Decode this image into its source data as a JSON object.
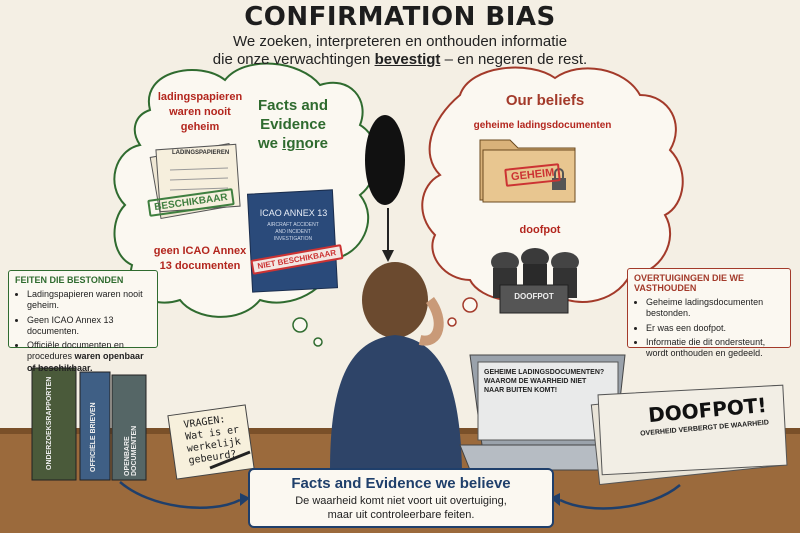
{
  "title": "CONFIRMATION BIAS",
  "subtitle": {
    "line1": "We zoeken, interpreteren en onthouden informatie",
    "line2_pre": "die onze verwachtingen",
    "line2_key": "bevestigt",
    "line2_post": "– en negeren de rest."
  },
  "left_bubble": {
    "heading_line1": "Facts and",
    "heading_line2": "Evidence",
    "heading_line3_pre": "we ",
    "heading_line3_key": "ign",
    "heading_line3_post": "ore",
    "item1_line1": "ladingspapieren",
    "item1_line2": "waren nooit",
    "item1_line3": "geheim",
    "papers_header": "LADINGSPAPIEREN",
    "papers_stamp": "BESCHIKBAAR",
    "book_title": "ICAO ANNEX 13",
    "book_subtitle": "AIRCRAFT ACCIDENT AND INCIDENT INVESTIGATION",
    "book_stamp": "NIET BESCHIKBAAR",
    "item2_line1": "geen ICAO Annex",
    "item2_line2": "13 documenten"
  },
  "right_bubble": {
    "heading": "Our beliefs",
    "item1": "geheime ladingsdocumenten",
    "folder_stamp": "GEHEIM",
    "item2": "doofpot",
    "box_label": "DOOFPOT"
  },
  "facts_box": {
    "title": "FEITEN DIE BESTONDEN",
    "items": [
      "Ladingspapieren waren nooit geheim.",
      "Geen ICAO Annex 13 documenten.",
      "Officiële documenten en procedures"
    ],
    "item3_bold": "waren openbaar of beschikbaar."
  },
  "beliefs_box": {
    "title": "OVERTUIGINGEN DIE WE VASTHOUDEN",
    "items": [
      "Geheime ladingsdocumenten bestonden.",
      "Er was een doofpot.",
      "Informatie die dit ondersteunt,"
    ],
    "item3_line2": "wordt onthouden en gedeeld."
  },
  "binders": [
    "ONDERZOEKSRAPPORTEN",
    "OFFICIËLE BRIEVEN",
    "OPENBARE DOCUMENTEN"
  ],
  "notepad": {
    "line1": "VRAGEN:",
    "line2": "Wat is er",
    "line3": "werkelijk",
    "line4": "gebeurd?"
  },
  "laptop": {
    "headline1": "GEHEIME LADINGSDOCUMENTEN?",
    "headline2": "WAAROM DE WAARHEID NIET",
    "headline3": "NAAR BUITEN KOMT!"
  },
  "newspaper": {
    "headline": "DOOFPOT!",
    "sub": "OVERHEID VERBERGT DE WAARHEID"
  },
  "believe_box": {
    "title": "Facts and Evidence we believe",
    "line1": "De waarheid komt niet voort uit overtuiging,",
    "line2": "maar uit controleerbare feiten."
  },
  "colors": {
    "ignore_green": "#2f6b2f",
    "belief_red": "#b3261e",
    "believe_blue": "#1f3f6b",
    "background": "#f4efe4"
  }
}
